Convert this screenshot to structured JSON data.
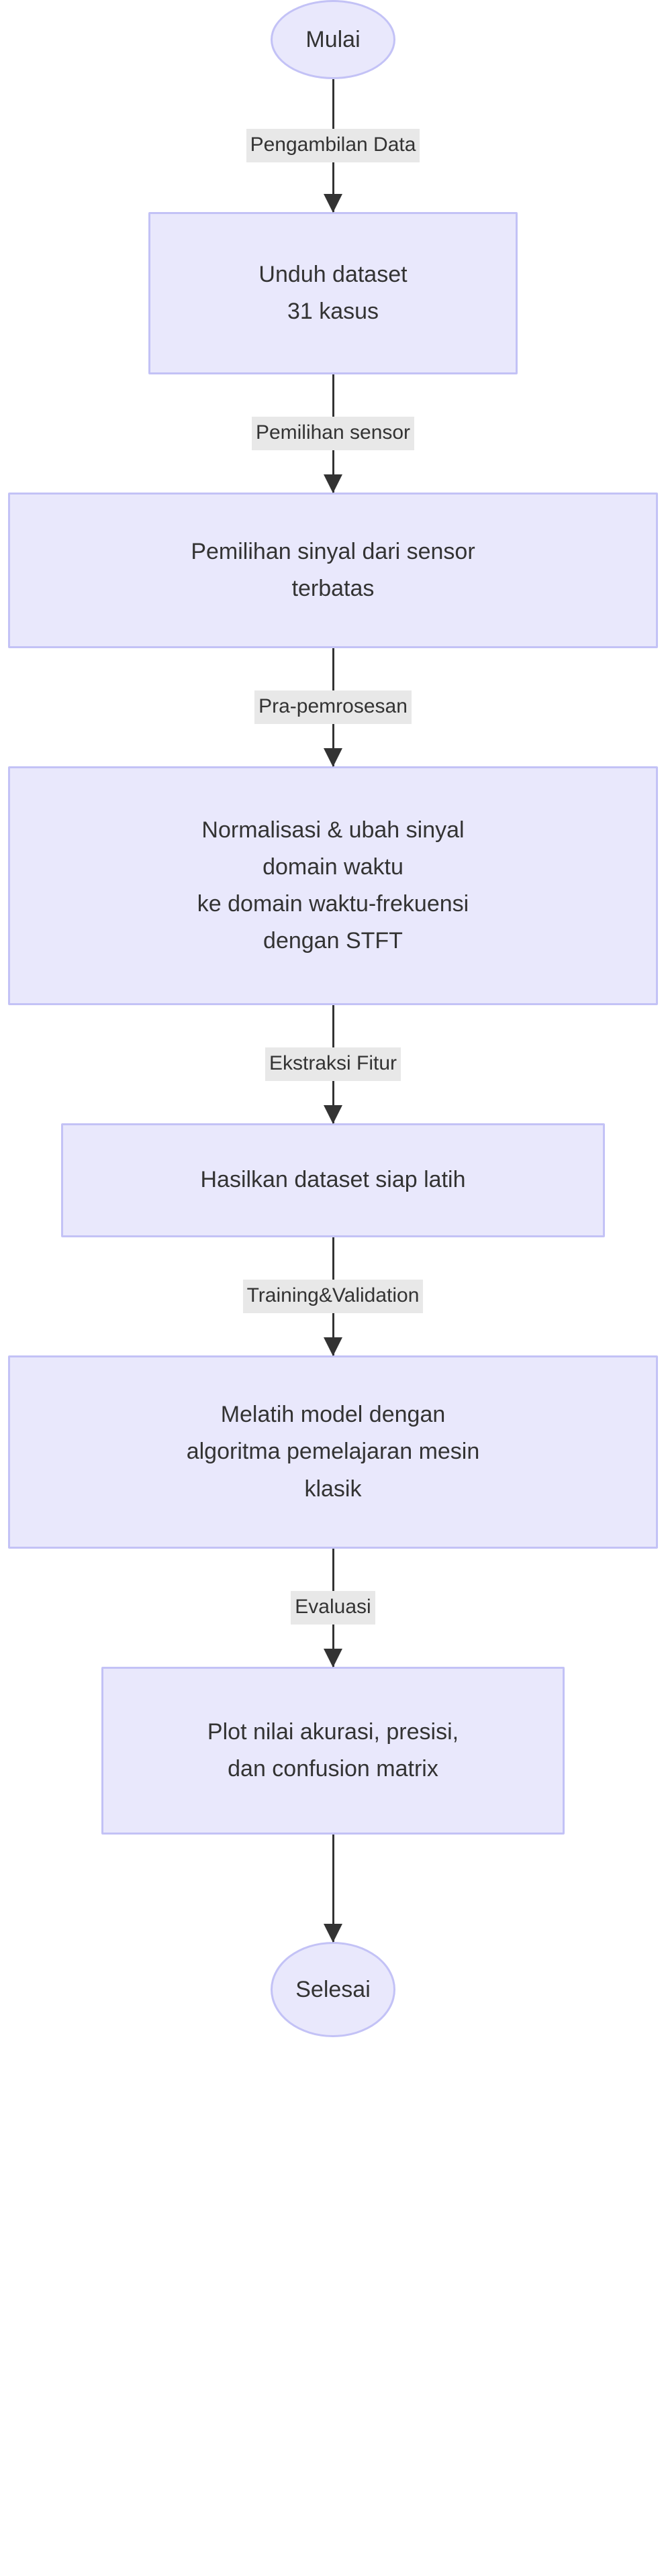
{
  "diagram": {
    "type": "flowchart",
    "orientation": "top-to-bottom",
    "language": "id",
    "colors": {
      "node_fill": "#e9e8fc",
      "node_border": "#c3c2f6",
      "node_text": "#333333",
      "edge_stroke": "#333333",
      "edge_label_bg": "#e8e8e8",
      "canvas_bg": "#ffffff"
    }
  },
  "nodes": {
    "start": {
      "id": "mulai",
      "shape": "stadium",
      "label": "Mulai"
    },
    "unduh_dataset": {
      "id": "unduh",
      "shape": "rect",
      "label": "Unduh dataset\n31 kasus"
    },
    "pemilihan_sinyal": {
      "id": "pemilihan",
      "shape": "rect",
      "label": "Pemilihan sinyal dari sensor\nterbatas"
    },
    "normalisasi": {
      "id": "normalisasi",
      "shape": "rect",
      "label": "Normalisasi & ubah sinyal\ndomain waktu\nke domain waktu-frekuensi\ndengan STFT"
    },
    "hasilkan_dataset": {
      "id": "hasilkan",
      "shape": "rect",
      "label": "Hasilkan dataset siap latih"
    },
    "melatih_model": {
      "id": "melatih",
      "shape": "rect",
      "label": "Melatih model dengan\nalgoritma pemelajaran mesin\nklasik"
    },
    "plot_metrik": {
      "id": "plot",
      "shape": "rect",
      "label": "Plot nilai akurasi, presisi,\ndan confusion matrix"
    },
    "end": {
      "id": "selesai",
      "shape": "stadium",
      "label": "Selesai"
    }
  },
  "edges": [
    {
      "from": "mulai",
      "to": "unduh",
      "label": "Pengambilan Data"
    },
    {
      "from": "unduh",
      "to": "pemilihan",
      "label": "Pemilihan sensor"
    },
    {
      "from": "pemilihan",
      "to": "normalisasi",
      "label": "Pra-pemrosesan"
    },
    {
      "from": "normalisasi",
      "to": "hasilkan",
      "label": "Ekstraksi Fitur"
    },
    {
      "from": "hasilkan",
      "to": "melatih",
      "label": "Training&Validation"
    },
    {
      "from": "melatih",
      "to": "plot",
      "label": "Evaluasi"
    },
    {
      "from": "plot",
      "to": "selesai",
      "label": ""
    }
  ]
}
